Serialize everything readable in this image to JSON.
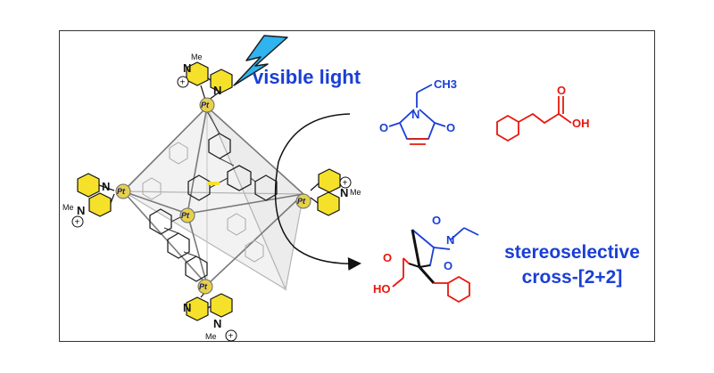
{
  "figure": {
    "label_visible_light": "visible light",
    "label_stereo_line1": "stereoselective",
    "label_stereo_line2": "cross-[2+2]",
    "colors": {
      "blue": "#1a3fd6",
      "red": "#e8170d",
      "yellow": "#f5e12a",
      "black": "#111111",
      "gray": "#9a9a9a",
      "lightning": "#2fb4f0"
    }
  },
  "metal_label": "Pt",
  "methyl_label": "Me",
  "pyridinium_label": "N",
  "plus_label": "+",
  "maleimide": {
    "o_left": "O",
    "o_right": "O",
    "n": "N",
    "ch3": "CH3"
  },
  "cinnamic_acid": {
    "oh": "OH",
    "o": "O"
  },
  "product": {
    "n": "N",
    "o_top": "O",
    "o_right": "O",
    "o_acid": "O",
    "ho": "HO"
  }
}
